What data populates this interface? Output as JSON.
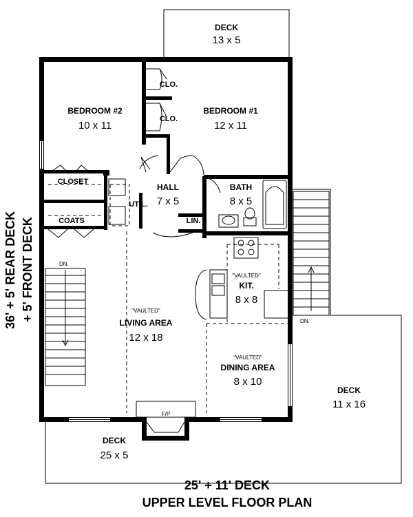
{
  "plan": {
    "rooms": [
      {
        "id": "deck-top",
        "name": "DECK",
        "size": "13 x 5"
      },
      {
        "id": "bedroom-2",
        "name": "BEDROOM #2",
        "size": "10 x 11"
      },
      {
        "id": "bedroom-1",
        "name": "BEDROOM #1",
        "size": "12 x 11"
      },
      {
        "id": "closet-1",
        "name": "CLO."
      },
      {
        "id": "closet-2",
        "name": "CLO."
      },
      {
        "id": "closet",
        "name": "CLOSET"
      },
      {
        "id": "coats",
        "name": "COATS"
      },
      {
        "id": "hall",
        "name": "HALL",
        "size": "7 x 5"
      },
      {
        "id": "util",
        "name": "UTIL."
      },
      {
        "id": "lin",
        "name": "LIN."
      },
      {
        "id": "bath",
        "name": "BATH",
        "size": "8 x 5"
      },
      {
        "id": "kitchen",
        "note": "\"VAULTED\"",
        "name": "KIT.",
        "size": "8 x 8"
      },
      {
        "id": "living",
        "note": "\"VAULTED\"",
        "name": "LIVING AREA",
        "size": "12 x 18"
      },
      {
        "id": "dining",
        "note": "\"VAULTED\"",
        "name": "DINING AREA",
        "size": "8 x 10"
      },
      {
        "id": "deck-right",
        "name": "DECK",
        "size": "11 x 16"
      },
      {
        "id": "deck-bottom",
        "name": "DECK",
        "size": "25 x 5"
      }
    ],
    "fireplace": "F/P",
    "stairs_down_left": "DN.",
    "stairs_down_right": "DN.",
    "side_label_line1": "36' + 5' REAR DECK",
    "side_label_line2": "+ 5' FRONT DECK",
    "caption_line1": "25' + 11' DECK",
    "caption_line2": "UPPER LEVEL FLOOR PLAN"
  }
}
